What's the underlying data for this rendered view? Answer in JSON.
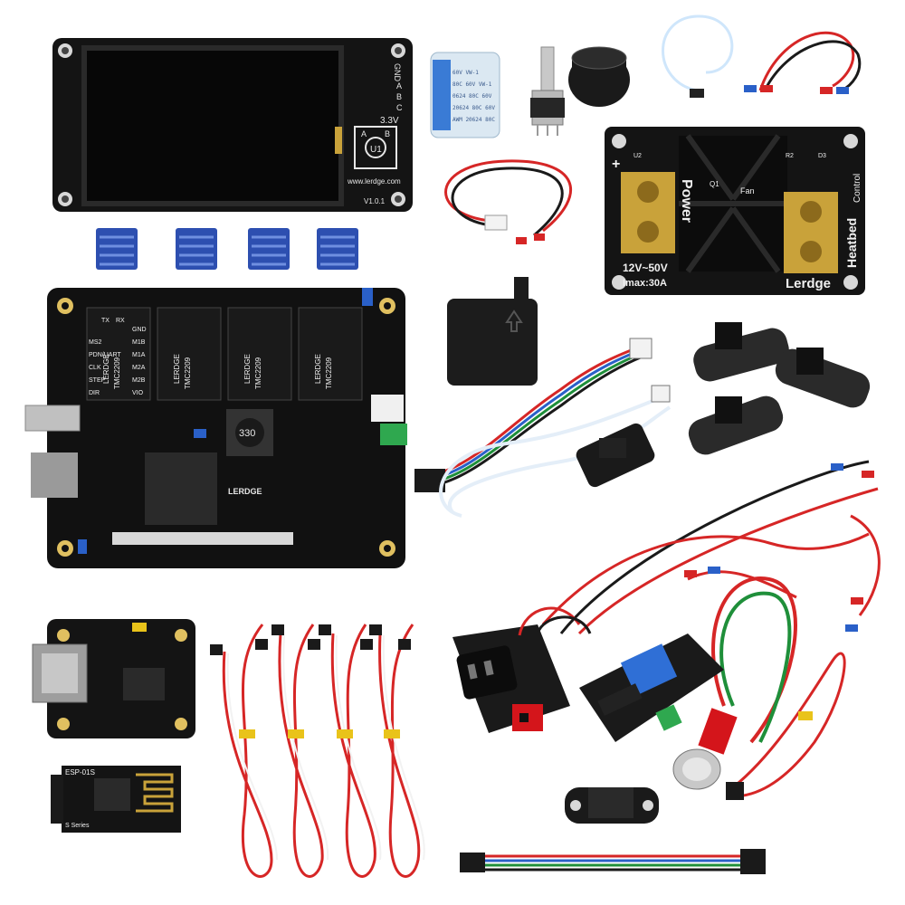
{
  "display": {
    "url": "www.lerdge.com",
    "version": "V1.0.1",
    "voltage": "3.3V",
    "pin_gnd": "GND",
    "pin_a": "A",
    "pin_b": "B",
    "pin_c": "C",
    "encoder_u": "U1",
    "enc_a": "A",
    "enc_b": "B"
  },
  "ribbon": {
    "lines": [
      "60V  VW-1",
      "80C  60V  VW-1",
      "0624 80C  60V",
      "20624 80C 60V",
      "AWM 20624 80C"
    ]
  },
  "mosfet": {
    "power_label": "Power",
    "heatbed_label": "Heatbed",
    "control_label": "Control",
    "fan_label": "Fan",
    "rating_voltage": "12V~50V",
    "rating_current": "Imax:30A",
    "brand": "Lerdge",
    "plus": "+",
    "q1": "Q1",
    "u2": "U2",
    "r2": "R2",
    "d3": "D3"
  },
  "mainboard": {
    "brand": "LERDGE",
    "inductor": "330",
    "drivers": [
      {
        "name": "LERDGE",
        "chip": "TMC2209"
      },
      {
        "name": "LERDGE",
        "chip": "TMC2209"
      },
      {
        "name": "LERDGE",
        "chip": "TMC2209"
      },
      {
        "name": "LERDGE",
        "chip": "TMC2209"
      }
    ],
    "pins_left": [
      "MS2",
      "PDN/UART",
      "CLK",
      "STEP",
      "DIR"
    ],
    "pins_right": [
      "GND",
      "M1B",
      "M1A",
      "M2A",
      "M2B",
      "VIO"
    ],
    "pins_top": [
      "TX",
      "RX"
    ]
  },
  "wifi": {
    "label": "ESP-01S",
    "series": "S Series"
  },
  "colors": {
    "pcb": "#111111",
    "heatsink": "#2d4fb0",
    "cable_red": "#d62626",
    "cable_black": "#1a1a1a",
    "cable_white": "#f2f2f2",
    "cable_green": "#1f8f3a",
    "cable_blue": "#2a60c8",
    "relay_blue": "#2f6fd6",
    "switch_red": "#d4151b",
    "terminal_brass": "#c9a23a"
  }
}
